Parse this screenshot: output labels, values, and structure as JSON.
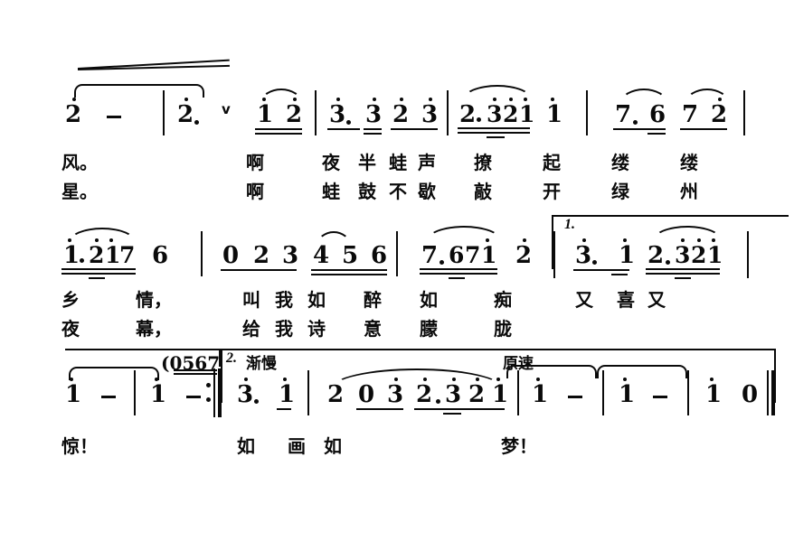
{
  "document": {
    "type": "jianpu-sheet-music",
    "language": "zh",
    "background": "#ffffff",
    "ink": "#0a0a0a"
  },
  "systems": [
    {
      "index": 1,
      "measures": [
        {
          "notes": [
            {
              "text": "2",
              "octave_up": true
            },
            {
              "text": "-"
            }
          ]
        },
        {
          "notes": [
            {
              "text": "2",
              "octave_up": true,
              "dotted": true
            },
            {
              "text": "v",
              "kind": "breath-mark"
            },
            {
              "text": "1",
              "octave_up": true,
              "beam": 2
            },
            {
              "text": "2",
              "octave_up": true,
              "beam": 2
            }
          ]
        },
        {
          "notes": [
            {
              "text": "3",
              "octave_up": true,
              "dotted": true,
              "beam": 1
            },
            {
              "text": "3",
              "octave_up": true,
              "beam": 2
            },
            {
              "text": "2",
              "octave_up": true,
              "beam": 1
            },
            {
              "text": "3",
              "octave_up": true,
              "beam": 1
            }
          ]
        },
        {
          "notes": [
            {
              "text": "2",
              "dotted": true,
              "beam": 2
            },
            {
              "text": "3",
              "octave_up": true,
              "beam": 3
            },
            {
              "text": "2",
              "octave_up": true,
              "beam": 3
            },
            {
              "text": "1",
              "octave_up": true,
              "beam": 3
            },
            {
              "text": "1",
              "octave_up": true
            }
          ]
        },
        {
          "notes": [
            {
              "text": "7",
              "dotted": true,
              "beam": 1
            },
            {
              "text": "6",
              "beam": 2
            },
            {
              "text": "7",
              "beam": 1
            },
            {
              "text": "2",
              "octave_up": true,
              "beam": 1
            }
          ]
        }
      ],
      "lyrics_row_1": [
        "风。",
        "啊",
        "夜",
        "半",
        "蛙",
        "声",
        "撩",
        "起",
        "缕",
        "缕"
      ],
      "lyrics_row_2": [
        "星。",
        "啊",
        "蛙",
        "鼓",
        "不",
        "歇",
        "敲",
        "开",
        "绿",
        "州"
      ]
    },
    {
      "index": 2,
      "measures": [
        {
          "notes": [
            {
              "text": "1",
              "octave_up": true,
              "dotted": true,
              "beam": 2
            },
            {
              "text": "2",
              "octave_up": true,
              "beam": 3
            },
            {
              "text": "1",
              "octave_up": true,
              "beam": 2
            },
            {
              "text": "7",
              "beam": 2
            },
            {
              "text": "6"
            }
          ]
        },
        {
          "notes": [
            {
              "text": "0",
              "beam": 1
            },
            {
              "text": "2",
              "beam": 1
            },
            {
              "text": "3",
              "beam": 1
            },
            {
              "text": "4",
              "beam": 2
            },
            {
              "text": "5",
              "beam": 2
            },
            {
              "text": "6",
              "beam": 2
            }
          ]
        },
        {
          "notes": [
            {
              "text": "7",
              "dotted": true,
              "beam": 2
            },
            {
              "text": "6",
              "beam": 3
            },
            {
              "text": "7",
              "beam": 3
            },
            {
              "text": "1",
              "octave_up": true,
              "beam": 2
            },
            {
              "text": "2",
              "octave_up": true
            }
          ]
        },
        {
          "volta": "1.",
          "notes": [
            {
              "text": "3",
              "octave_up": true,
              "dotted": true,
              "beam": 1
            },
            {
              "text": "1",
              "octave_up": true,
              "beam": 1
            },
            {
              "text": "2",
              "dotted": true,
              "beam": 2
            },
            {
              "text": "3",
              "octave_up": true,
              "beam": 3
            },
            {
              "text": "2",
              "octave_up": true,
              "beam": 3
            },
            {
              "text": "1",
              "octave_up": true,
              "beam": 3
            }
          ]
        }
      ],
      "lyrics_row_1": [
        "乡",
        "情，",
        "叫",
        "我",
        "如",
        "醉",
        "如",
        "痴",
        "又",
        "喜",
        "又"
      ],
      "lyrics_row_2": [
        "夜",
        "幕，",
        "给",
        "我",
        "诗",
        "意",
        "朦",
        "胧"
      ]
    },
    {
      "index": 3,
      "measures": [
        {
          "notes": [
            {
              "text": "1",
              "octave_up": true
            },
            {
              "text": "-"
            }
          ]
        },
        {
          "notes": [
            {
              "text": "1",
              "octave_up": true
            },
            {
              "text": "-"
            }
          ],
          "end_repeat": true
        },
        {
          "volta": "2.",
          "tempo_mark": "渐慢",
          "notes": [
            {
              "text": "3",
              "octave_up": true,
              "dotted": true,
              "beam": 1
            },
            {
              "text": "1",
              "octave_up": true,
              "beam": 1
            }
          ]
        },
        {
          "notes": [
            {
              "text": "2"
            },
            {
              "text": "0",
              "beam": 1
            },
            {
              "text": "3",
              "octave_up": true,
              "beam": 1
            },
            {
              "text": "2",
              "octave_up": true,
              "dotted": true,
              "beam": 2
            },
            {
              "text": "3",
              "octave_up": true,
              "beam": 2
            },
            {
              "text": "2",
              "octave_up": true,
              "beam": 2
            },
            {
              "text": "1",
              "octave_up": true,
              "beam": 2
            }
          ]
        },
        {
          "tempo_mark": "原速",
          "notes": [
            {
              "text": "1",
              "octave_up": true
            },
            {
              "text": "-"
            }
          ]
        },
        {
          "notes": [
            {
              "text": "1",
              "octave_up": true
            },
            {
              "text": "-"
            }
          ]
        },
        {
          "notes": [
            {
              "text": "1",
              "octave_up": true
            },
            {
              "text": "0"
            }
          ],
          "final_barline": true
        }
      ],
      "ossia": "(0567",
      "lyrics_row_1": [
        "惊！",
        "如",
        "画",
        "如",
        "梦！"
      ],
      "lyrics_row_2": []
    }
  ],
  "marks": {
    "breath": "v",
    "tempo_slower": "渐慢",
    "tempo_a_tempo": "原速",
    "volta_first": "1.",
    "volta_second": "2.",
    "ossia_group": "(0567"
  }
}
